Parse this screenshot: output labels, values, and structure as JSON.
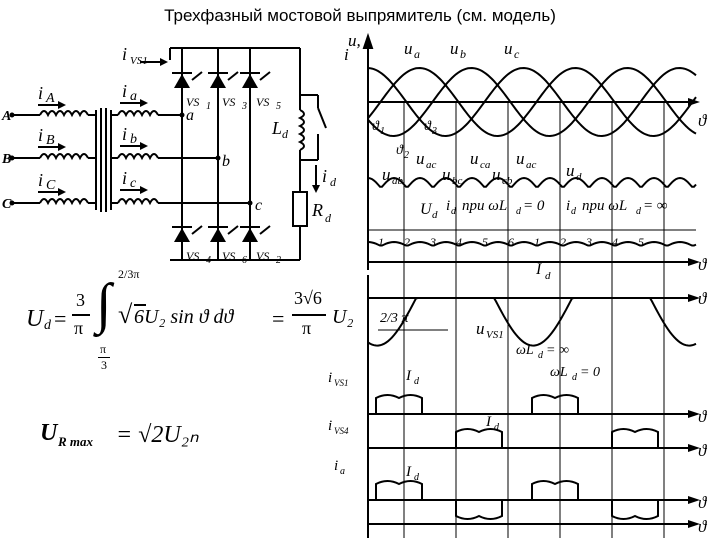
{
  "title": "Трехфазный мостовой выпрямитель (см. модель)",
  "circuit": {
    "iA": "i",
    "iA_sub": "A",
    "iB": "i",
    "iB_sub": "B",
    "iC": "i",
    "iC_sub": "C",
    "ia": "i",
    "ia_sub": "a",
    "ib": "i",
    "ib_sub": "b",
    "ic": "i",
    "ic_sub": "c",
    "term_A": "A",
    "term_B": "B",
    "term_C": "C",
    "node_a": "a",
    "node_b": "b",
    "node_c": "c",
    "i_vs1": "i",
    "i_vs1_sub": "VS1",
    "vs1": "VS",
    "vs1_n": "1",
    "vs3": "VS",
    "vs3_n": "3",
    "vs5": "VS",
    "vs5_n": "5",
    "vs4": "VS",
    "vs4_n": "4",
    "vs6": "VS",
    "vs6_n": "6",
    "vs2": "VS",
    "vs2_n": "2",
    "ld": "L",
    "ld_sub": "d",
    "id": "i",
    "id_sub": "d",
    "rd": "R",
    "rd_sub": "d"
  },
  "formulas": {
    "f1_lhs": "U",
    "f1_lhs_sub": "d",
    "f1_frac_num": "3",
    "f1_frac_den": "π",
    "f1_upper": "2/3π",
    "f1_lower_num": "π",
    "f1_lower_den": "3",
    "f1_integrand": "6U₂ sin ϑ dϑ",
    "f1_rhs_num": "3√6",
    "f1_rhs_den": "π",
    "f1_rhs_tail": "U₂",
    "f2_lhs": "U",
    "f2_lhs_sub": "R max",
    "f2_rhs": "= √2U₂ₙ"
  },
  "waveforms": {
    "axis_u": "u,",
    "axis_i": "i",
    "ua": "u",
    "ua_sub": "a",
    "ub": "u",
    "ub_sub": "b",
    "uc": "u",
    "uc_sub": "c",
    "theta": "ϑ",
    "theta1": "ϑ",
    "theta1_sub": "1",
    "theta2": "ϑ",
    "theta2_sub": "2",
    "theta3": "ϑ",
    "theta3_sub": "3",
    "uab": "u",
    "uab_sub": "ab",
    "uac": "u",
    "uac_sub": "ac",
    "ubc": "u",
    "ubc_sub": "bc",
    "uca": "u",
    "uca_sub": "ca",
    "ucb": "u",
    "ucb_sub": "cb",
    "uac2": "u",
    "uac2_sub": "ac",
    "ud_top": "u",
    "ud_top_sub": "d",
    "Ud": "U",
    "Ud_sub": "d",
    "id_label1": "i",
    "id_label1_sub": "d",
    "cond1": "при ωL",
    "cond1_sub": "d",
    "cond1_end": "= 0",
    "id_label2": "i",
    "id_label2_sub": "d",
    "cond2": "при ωL",
    "cond2_sub": "d",
    "cond2_end": "= ∞",
    "intervals": [
      "1",
      "2",
      "3",
      "4",
      "5",
      "6",
      "1",
      "2",
      "3",
      "4",
      "5"
    ],
    "Id_main": "I",
    "Id_main_sub": "d",
    "two_thirds_pi": "2/3 π",
    "u_vs1": "u",
    "u_vs1_sub": "VS1",
    "wl_inf": "ωL",
    "wl_inf_sub": "d",
    "wl_inf_end": "= ∞",
    "wl_zero": "ωL",
    "wl_zero_sub": "d",
    "wl_zero_end": "= 0",
    "i_vs1_lbl": "i",
    "i_vs1_lbl_sub": "VS1",
    "i_vs4_lbl": "i",
    "i_vs4_lbl_sub": "VS4",
    "ia_lbl": "i",
    "ia_lbl_sub": "a",
    "Id_1": "I",
    "Id_1_sub": "d",
    "Id_2": "I",
    "Id_2_sub": "d",
    "Id_3": "I",
    "Id_3_sub": "d"
  }
}
